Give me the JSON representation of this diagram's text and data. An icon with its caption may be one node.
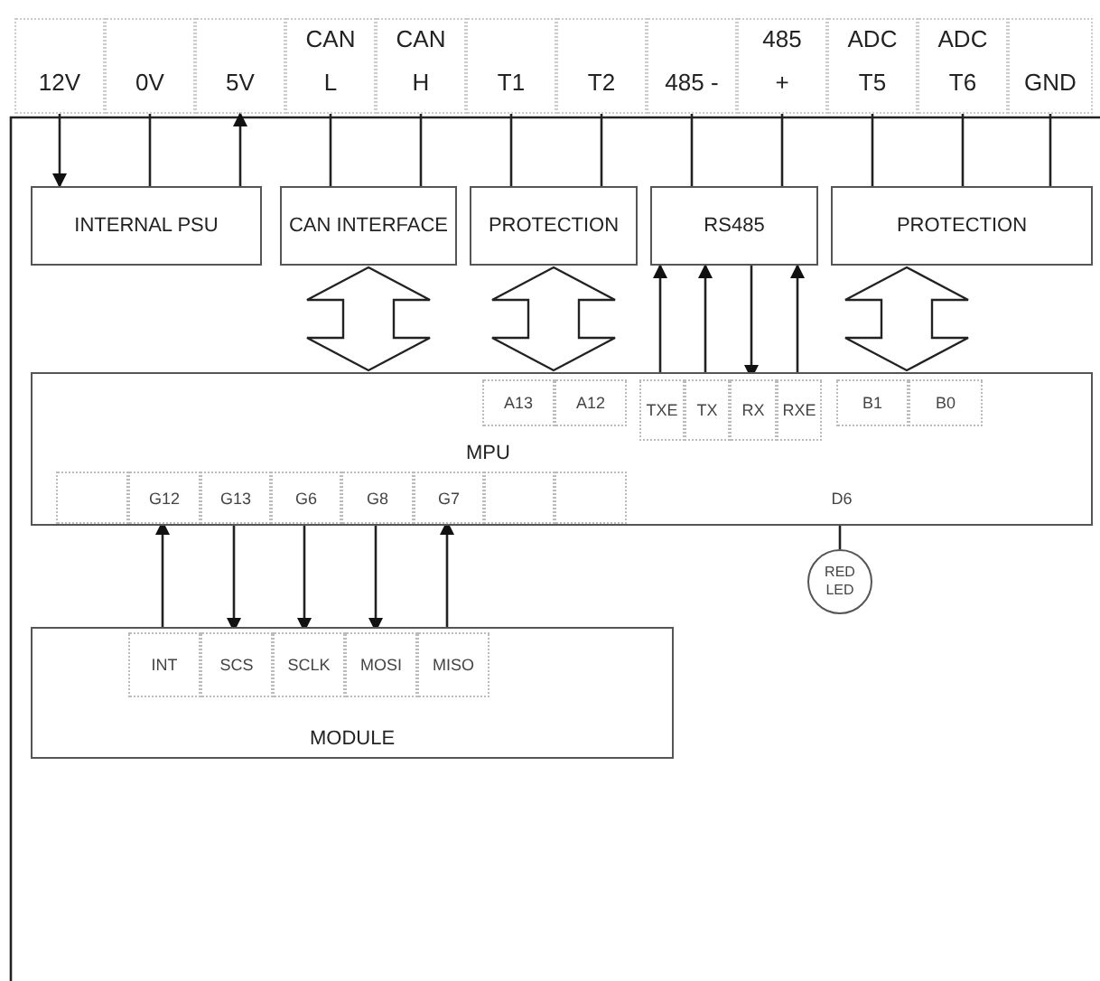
{
  "diagram": {
    "nodes": [
      {
        "text": [
          "12V"
        ]
      },
      {
        "text": [
          "0V"
        ]
      },
      {
        "text": [
          "5V"
        ]
      },
      {
        "text": [
          "CAN L"
        ]
      },
      {
        "text": [
          "CAN H"
        ]
      },
      {
        "text": [
          "T1"
        ]
      },
      {
        "text": [
          "T2"
        ]
      },
      {
        "text": [
          "485 -"
        ]
      },
      {
        "text": [
          "485 +"
        ]
      },
      {
        "text": [
          "ADC T5"
        ]
      },
      {
        "text": [
          "ADC T6"
        ]
      },
      {
        "text": [
          "GND"
        ]
      },
      {
        "text": [
          "INTERNAL PSU"
        ]
      },
      {
        "text": [
          "CAN INTERFACE"
        ]
      },
      {
        "text": [
          "PROTECTION"
        ]
      },
      {
        "text": [
          "RS485"
        ]
      },
      {
        "text": [
          "PROTECTION"
        ]
      },
      {
        "text": [
          "MPU"
        ]
      },
      {
        "text": [
          "A13"
        ],
        "in": 17
      },
      {
        "text": [
          "A12"
        ],
        "in": 17
      },
      {
        "text": [
          "TXE"
        ],
        "in": 17
      },
      {
        "text": [
          "TX"
        ],
        "in": 17
      },
      {
        "text": [
          "RX"
        ],
        "in": 17
      },
      {
        "text": [
          "RXE"
        ],
        "in": 17
      },
      {
        "text": [
          "B1"
        ],
        "in": 17
      },
      {
        "text": [
          "B0"
        ],
        "in": 17
      },
      {
        "text": [],
        "shape": "box",
        "in": 17
      },
      {
        "text": [
          "G12"
        ],
        "in": 17
      },
      {
        "text": [
          "G13"
        ],
        "in": 17
      },
      {
        "text": [
          "G6"
        ],
        "in": 17
      },
      {
        "text": [
          "G8"
        ],
        "in": 17
      },
      {
        "text": [
          "G7"
        ],
        "in": 17
      },
      {
        "text": [],
        "shape": "box",
        "in": 17
      },
      {
        "text": [],
        "shape": "box",
        "in": 17
      },
      {
        "text": [
          "D6"
        ],
        "in": 17
      },
      {
        "text": [
          "RED LED"
        ]
      },
      {
        "text": [
          "MODULE"
        ]
      },
      {
        "text": [
          "INT"
        ],
        "in": 36
      },
      {
        "text": [
          "SCS"
        ],
        "in": 36
      },
      {
        "text": [
          "SCLK"
        ],
        "in": 36
      },
      {
        "text": [
          "MOSI"
        ],
        "in": 36
      },
      {
        "text": [
          "MISO"
        ],
        "in": 36
      }
    ],
    "edges": [
      {
        "from": 0,
        "to": 12,
        "arrow": "to"
      },
      {
        "from": 1,
        "to": 12,
        "arrow": "none"
      },
      {
        "from": 12,
        "to": 2,
        "arrow": "to"
      },
      {
        "from": 3,
        "to": 13,
        "arrow": "none"
      },
      {
        "from": 4,
        "to": 13,
        "arrow": "none"
      },
      {
        "from": 5,
        "to": 14,
        "arrow": "none"
      },
      {
        "from": 6,
        "to": 14,
        "arrow": "none"
      },
      {
        "from": 7,
        "to": 15,
        "arrow": "none"
      },
      {
        "from": 8,
        "to": 15,
        "arrow": "none"
      },
      {
        "from": 9,
        "to": 16,
        "arrow": "none"
      },
      {
        "from": 10,
        "to": 16,
        "arrow": "none"
      },
      {
        "from": 11,
        "to": 16,
        "arrow": "none"
      },
      {
        "from": 13,
        "to": 17,
        "arrow": "both",
        "style": "thick"
      },
      {
        "from": 14,
        "to": 17,
        "arrow": "both",
        "style": "thick"
      },
      {
        "from": 20,
        "to": 15,
        "arrow": "to"
      },
      {
        "from": 21,
        "to": 15,
        "arrow": "to"
      },
      {
        "from": 15,
        "to": 22,
        "arrow": "to"
      },
      {
        "from": 23,
        "to": 15,
        "arrow": "to"
      },
      {
        "from": 16,
        "to": 17,
        "arrow": "both",
        "style": "thick"
      },
      {
        "from": 37,
        "to": 27,
        "arrow": "to"
      },
      {
        "from": 28,
        "to": 38,
        "arrow": "to"
      },
      {
        "from": 29,
        "to": 39,
        "arrow": "to"
      },
      {
        "from": 30,
        "to": 40,
        "arrow": "to"
      },
      {
        "from": 41,
        "to": 31,
        "arrow": "to"
      },
      {
        "from": 34,
        "to": 35,
        "arrow": "none"
      }
    ]
  }
}
